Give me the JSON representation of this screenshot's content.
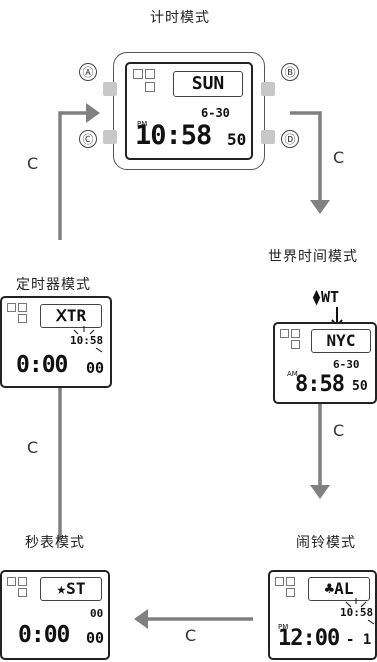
{
  "modes": {
    "timekeeping": {
      "title": "计时模式",
      "display": "SUN",
      "date": "6-30",
      "ampm": "PM",
      "time": "10:58",
      "seconds": "50",
      "buttons": [
        "Ⓐ",
        "Ⓑ",
        "Ⓒ",
        "Ⓓ"
      ]
    },
    "world_time": {
      "title": "世界时间模式",
      "indicator": "⧫WT",
      "display": "NYC",
      "date": "6-30",
      "ampm": "AM",
      "time": "8:58",
      "seconds": "50"
    },
    "alarm": {
      "title": "闹铃模式",
      "display": "♣AL",
      "preview": "10:58",
      "ampm": "PM",
      "time": "12:00",
      "seconds": "- 1"
    },
    "stopwatch": {
      "title": "秒表模式",
      "display": "★ST",
      "small": "00",
      "time": "0:00",
      "seconds": "00"
    },
    "timer": {
      "title": "定时器模式",
      "display": "ⅩTR",
      "preview": "10:58",
      "time": "0:00",
      "seconds": "00"
    }
  },
  "transitions": {
    "button_label": "C"
  },
  "colors": {
    "arrow": "#808080",
    "text": "#222222"
  }
}
